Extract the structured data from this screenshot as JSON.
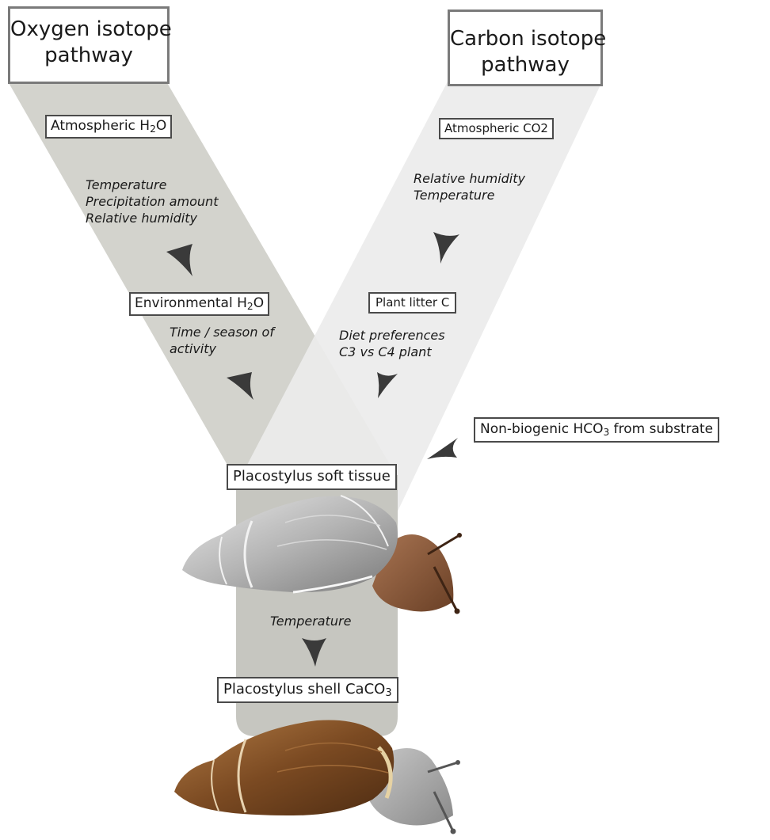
{
  "pathways": {
    "oxygen": {
      "line1": "Oxygen isotope",
      "line2": "pathway"
    },
    "carbon": {
      "line1": "Carbon isotope",
      "line2": "pathway"
    }
  },
  "nodes": {
    "atmospheric_h2o": {
      "prefix": "Atmospheric H",
      "sub": "2",
      "suffix": "O"
    },
    "environmental_h2o": {
      "prefix": "Environmental H",
      "sub": "2",
      "suffix": "O"
    },
    "atmospheric_co2": "Atmospheric CO2",
    "plant_litter": "Plant litter C",
    "non_biogenic": {
      "prefix": "Non-biogenic HCO",
      "sub": "3",
      "suffix": " from substrate"
    },
    "soft_tissue": "Placostylus soft tissue",
    "shell": {
      "prefix": "Placostylus shell CaCO",
      "sub": "3"
    }
  },
  "factors": {
    "oxygen_atmospheric": [
      "Temperature",
      "Precipitation amount",
      "Relative humidity"
    ],
    "oxygen_environmental": [
      "Time / season of",
      "activity"
    ],
    "carbon_atmospheric": [
      "Relative humidity",
      "Temperature"
    ],
    "carbon_plant": [
      "Diet preferences",
      "C3 vs C4 plant"
    ],
    "soft_to_shell": "Temperature"
  },
  "colors": {
    "oxygen_band": "#d3d3cd",
    "carbon_band": "#ececec",
    "overlap": "#c6c6c0",
    "arrow": "#3a3a3a",
    "box_border": "#4a4a4a",
    "header_border": "#7a7a7a",
    "soft_tissue_shell": "#b8b8b8",
    "snail_body": "#8a5a3c",
    "shell_brown": "#7b4a22"
  }
}
